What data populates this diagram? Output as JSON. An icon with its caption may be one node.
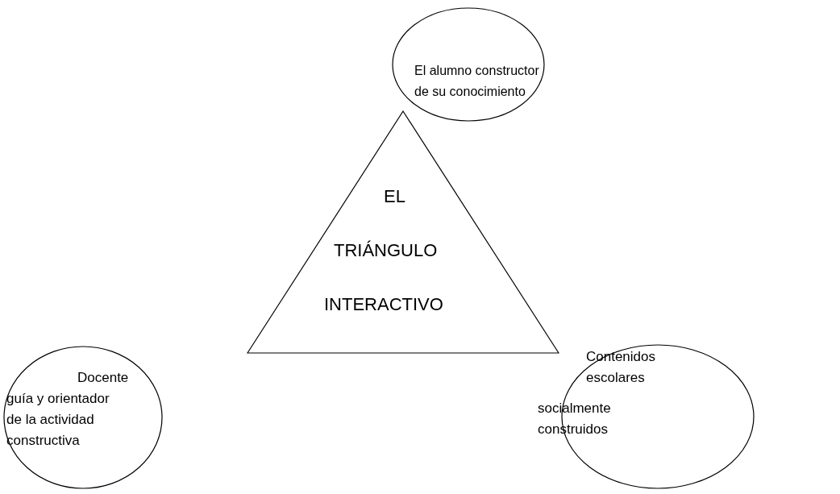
{
  "diagram": {
    "nodes": [
      {
        "text": [
          "El alumno constructor de su conocimiento"
        ]
      },
      {
        "text": [
          "EL",
          "TRIÁNGULO",
          "INTERACTIVO"
        ]
      },
      {
        "text": [
          "Docente",
          "guía y orientador de la actividad constructiva"
        ]
      },
      {
        "text": [
          "Contenidos escolares",
          "socialmente construidos"
        ]
      }
    ]
  }
}
